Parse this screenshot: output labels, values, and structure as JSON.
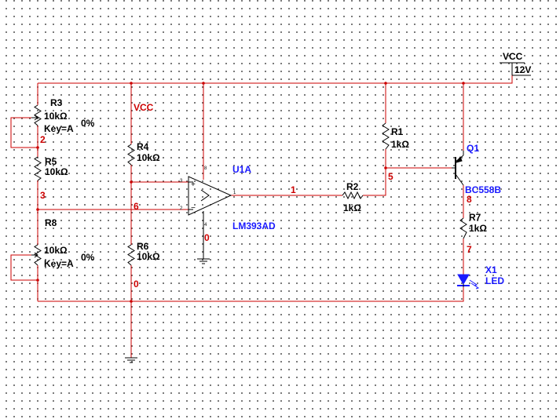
{
  "supply": {
    "name": "VCC",
    "value": "12V",
    "net_label": "VCC"
  },
  "components": {
    "R3": {
      "ref": "R3",
      "value": "10kΩ",
      "key": "Key=A",
      "percent": "0%"
    },
    "R5": {
      "ref": "R5",
      "value": "10kΩ"
    },
    "R8": {
      "ref": "R8",
      "value": "10kΩ",
      "key": "Key=A",
      "percent": "0%"
    },
    "R4": {
      "ref": "R4",
      "value": "10kΩ"
    },
    "R6": {
      "ref": "R6",
      "value": "10kΩ"
    },
    "R1": {
      "ref": "R1",
      "value": "1kΩ"
    },
    "R2": {
      "ref": "R2",
      "value": "1kΩ"
    },
    "R7": {
      "ref": "R7",
      "value": "1kΩ"
    },
    "U1": {
      "ref": "U1A",
      "part": "LM393AD",
      "pin_plus": "3",
      "pin_minus": "2",
      "pin_out": "1",
      "pin_vcc": "8",
      "pin_gnd": "4",
      "sign_plus": "+",
      "sign_minus": "−",
      "symbol": ">"
    },
    "Q1": {
      "ref": "Q1",
      "part": "BC558B"
    },
    "X1": {
      "ref": "X1",
      "part": "LED"
    }
  },
  "nodes": {
    "n0_left": "0",
    "n0_opamp": "0",
    "n1": "1",
    "n2": "2",
    "n3": "3",
    "n5": "5",
    "n6": "6",
    "n7": "7",
    "n8": "8"
  },
  "colors": {
    "wire": "#cc0000",
    "component": "#000000",
    "node": "#cc0000",
    "part": "#1a1aff",
    "background": "#ffffff"
  }
}
